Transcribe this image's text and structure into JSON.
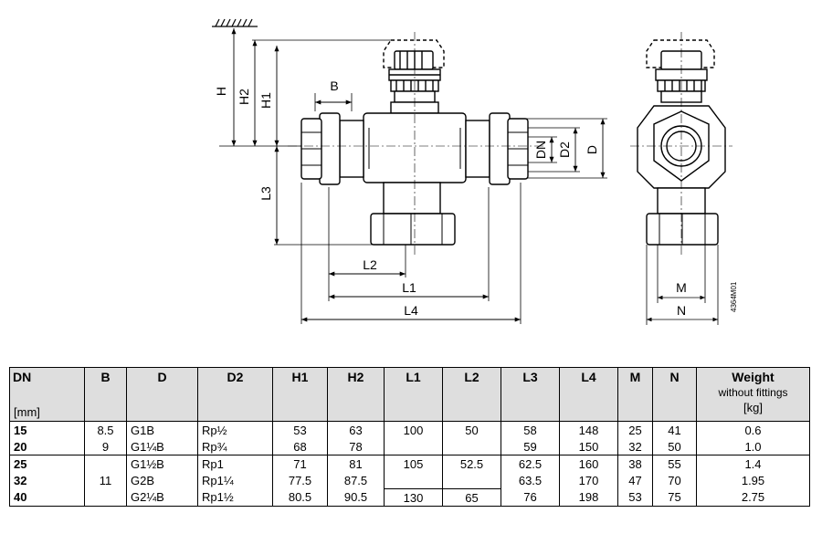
{
  "drawing": {
    "labels": {
      "H": "H",
      "H2": "H2",
      "H1": "H1",
      "B": "B",
      "L3": "L3",
      "L2": "L2",
      "L1": "L1",
      "L4": "L4",
      "DN": "DN",
      "D2": "D2",
      "D": "D",
      "M": "M",
      "N": "N",
      "code": "4364M01"
    }
  },
  "table": {
    "headers": {
      "dn": "DN",
      "dn_unit": "[mm]",
      "b": "B",
      "d": "D",
      "d2": "D2",
      "h1": "H1",
      "h2": "H2",
      "l1": "L1",
      "l2": "L2",
      "l3": "L3",
      "l4": "L4",
      "m": "M",
      "n": "N",
      "weight": "Weight",
      "weight_sub": "without fittings",
      "weight_unit": "[kg]"
    },
    "rows": [
      {
        "dn": "15",
        "b": "8.5",
        "d": "G1B",
        "d2": "Rp½",
        "h1": "53",
        "h2": "63",
        "l1": "100",
        "l2": "50",
        "l3": "58",
        "l4": "148",
        "m": "25",
        "n": "41",
        "w": "0.6"
      },
      {
        "dn": "20",
        "b": "9",
        "d": "G1¼B",
        "d2": "Rp¾",
        "h1": "68",
        "h2": "78",
        "l1": "",
        "l2": "",
        "l3": "59",
        "l4": "150",
        "m": "32",
        "n": "50",
        "w": "1.0"
      },
      {
        "dn": "25",
        "b": "",
        "d": "G1½B",
        "d2": "Rp1",
        "h1": "71",
        "h2": "81",
        "l1": "105",
        "l2": "52.5",
        "l3": "62.5",
        "l4": "160",
        "m": "38",
        "n": "55",
        "w": "1.4"
      },
      {
        "dn": "32",
        "b": "11",
        "d": "G2B",
        "d2": "Rp1¼",
        "h1": "77.5",
        "h2": "87.5",
        "l1": "",
        "l2": "",
        "l3": "63.5",
        "l4": "170",
        "m": "47",
        "n": "70",
        "w": "1.95"
      },
      {
        "dn": "40",
        "b": "",
        "d": "G2¼B",
        "d2": "Rp1½",
        "h1": "80.5",
        "h2": "90.5",
        "l1": "130",
        "l2": "65",
        "l3": "76",
        "l4": "198",
        "m": "53",
        "n": "75",
        "w": "2.75"
      }
    ]
  }
}
